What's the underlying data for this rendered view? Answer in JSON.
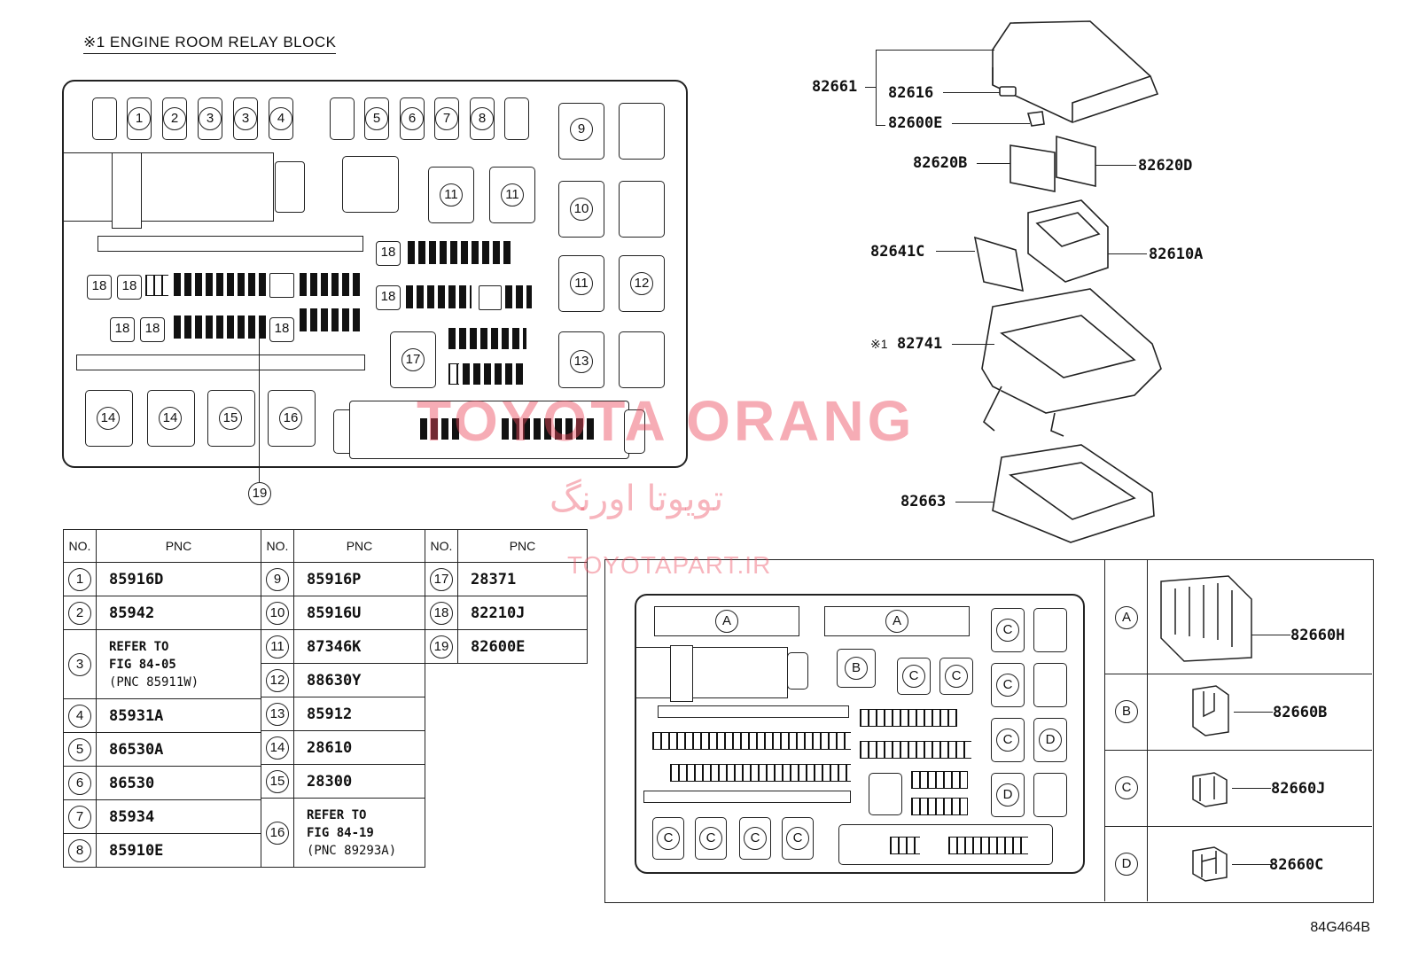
{
  "title": "※1 ENGINE ROOM RELAY BLOCK",
  "figure_code": "84G464B",
  "watermark": {
    "latin": "TOYOTA ORANG",
    "persian": "تویوتا اورنگ",
    "site": "TOYOTAPART.IR"
  },
  "callout_19": "19",
  "table": {
    "header_no": "NO.",
    "header_pnc": "PNC",
    "col1": [
      {
        "no": "1",
        "pnc": "85916D"
      },
      {
        "no": "2",
        "pnc": "85942"
      },
      {
        "no": "3",
        "pnc_lines": [
          "REFER TO",
          "FIG 84-05",
          "(PNC 85911W)"
        ]
      },
      {
        "no": "4",
        "pnc": "85931A"
      },
      {
        "no": "5",
        "pnc": "86530A"
      },
      {
        "no": "6",
        "pnc": "86530"
      },
      {
        "no": "7",
        "pnc": "85934"
      },
      {
        "no": "8",
        "pnc": "85910E"
      }
    ],
    "col2": [
      {
        "no": "9",
        "pnc": "85916P"
      },
      {
        "no": "10",
        "pnc": "85916U"
      },
      {
        "no": "11",
        "pnc": "87346K"
      },
      {
        "no": "12",
        "pnc": "88630Y"
      },
      {
        "no": "13",
        "pnc": "85912"
      },
      {
        "no": "14",
        "pnc": "28610"
      },
      {
        "no": "15",
        "pnc": "28300"
      },
      {
        "no": "16",
        "pnc_lines": [
          "REFER TO",
          "FIG 84-19",
          "(PNC 89293A)"
        ]
      }
    ],
    "col3": [
      {
        "no": "17",
        "pnc": "28371"
      },
      {
        "no": "18",
        "pnc": "82210J"
      },
      {
        "no": "19",
        "pnc": "82600E"
      }
    ]
  },
  "exploded_labels": {
    "l82661": "82661",
    "l82616": "82616",
    "l82600E": "82600E",
    "l82620B": "82620B",
    "l82620D": "82620D",
    "l82641C": "82641C",
    "l82610A": "82610A",
    "l82741_mark": "※1",
    "l82741": "82741",
    "l82663": "82663"
  },
  "legend": [
    {
      "key": "A",
      "pnc": "82660H"
    },
    {
      "key": "B",
      "pnc": "82660B"
    },
    {
      "key": "C",
      "pnc": "82660J"
    },
    {
      "key": "D",
      "pnc": "82660C"
    }
  ],
  "slots_top": [
    "1",
    "2",
    "3",
    "3",
    "4",
    "5",
    "6",
    "7",
    "8"
  ],
  "callouts": {
    "c9": "9",
    "c10": "10",
    "c11": "11",
    "c12": "12",
    "c13": "13",
    "c14": "14",
    "c15": "15",
    "c16": "16",
    "c17": "17",
    "c18": "18"
  },
  "cover_letters": {
    "A": "A",
    "B": "B",
    "C": "C",
    "D": "D"
  }
}
